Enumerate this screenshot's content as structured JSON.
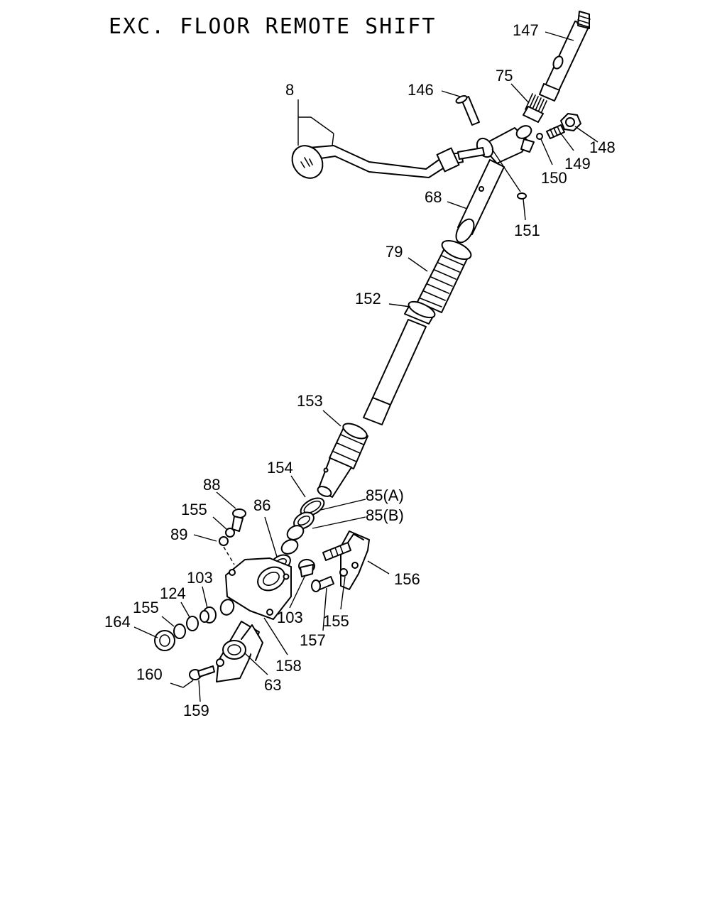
{
  "title": "EXC. FLOOR REMOTE SHIFT",
  "labels": {
    "l147": "147",
    "l75": "75",
    "l146": "146",
    "l8": "8",
    "l148": "148",
    "l149": "149",
    "l150": "150",
    "l68": "68",
    "l151": "151",
    "l79": "79",
    "l152": "152",
    "l153": "153",
    "l154": "154",
    "l85a": "85(A)",
    "l85b": "85(B)",
    "l88": "88",
    "l86": "86",
    "l155a": "155",
    "l89": "89",
    "l103a": "103",
    "l124": "124",
    "l155b": "155",
    "l164": "164",
    "l156": "156",
    "l103b": "103",
    "l155c": "155",
    "l157": "157",
    "l158": "158",
    "l63": "63",
    "l160": "160",
    "l159": "159"
  }
}
